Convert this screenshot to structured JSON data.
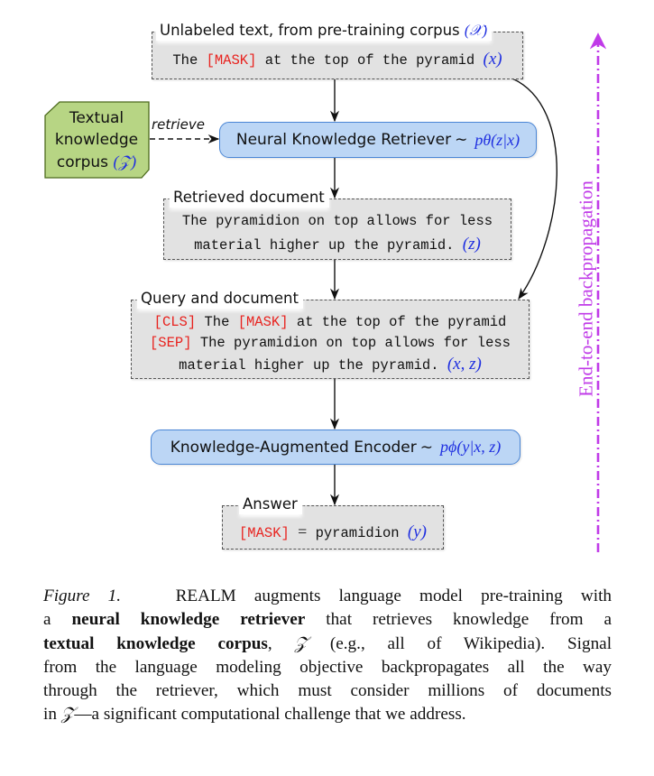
{
  "figure": {
    "input_box": {
      "label": "Unlabeled text, from pre-training corpus",
      "label_symbol": "(𝒳)",
      "text_pre": "The",
      "mask_token": "[MASK]",
      "text_post": "at the top of the pyramid",
      "symbol": "(x)"
    },
    "corpus_box": {
      "line1": "Textual",
      "line2": "knowledge",
      "line3": "corpus",
      "symbol": "(𝒵)",
      "fill_color": "#b7d584",
      "border_color": "#4d6b1d"
    },
    "retrieve_edge_label": "retrieve",
    "retriever_box": {
      "label": "Neural Knowledge Retriever",
      "sim": "∼",
      "formula": "pθ(z|x)"
    },
    "retrieved_box": {
      "label": "Retrieved document",
      "line1": "The pyramidion on top allows for less",
      "line2": "material higher up the pyramid.",
      "symbol": "(z)"
    },
    "query_box": {
      "label": "Query and document",
      "cls_token": "[CLS]",
      "line1_mid": "The",
      "mask_token": "[MASK]",
      "line1_post": "at the top of the pyramid",
      "sep_token": "[SEP]",
      "line2_post": "The pyramidion on top allows for less",
      "line3": "material higher up the pyramid.",
      "symbol": "(x, z)"
    },
    "encoder_box": {
      "label": "Knowledge-Augmented Encoder",
      "sim": "∼",
      "formula": "pϕ(y|x, z)"
    },
    "answer_box": {
      "label": "Answer",
      "mask_token": "[MASK]",
      "equals": "=",
      "value": "pyramidion",
      "symbol": "(y)"
    },
    "backprop_label": "End-to-end backpropagation",
    "colors": {
      "math_blue": "#1f2fe0",
      "token_red": "#e8231f",
      "backprop_purple": "#c03ae8",
      "module_fill": "#bcd6f5",
      "module_border": "#4a86d6",
      "dashed_box_fill": "#e2e2e2"
    }
  },
  "caption": {
    "figure_label": "Figure 1.",
    "l1_rest": "REALM augments language model pre-training with",
    "l2_pre": "a",
    "l2_bold": "neural knowledge retriever",
    "l2_post": "that retrieves knowledge from a",
    "l3_bold": "textual knowledge corpus",
    "l3_comma": ",",
    "l3_z": "𝒵",
    "l3_post": "(e.g., all of Wikipedia).  Signal",
    "l4": "from the language modeling objective backpropagates all the way",
    "l5": "through the retriever, which must consider millions of documents",
    "l6_pre": "in",
    "l6_z": "𝒵",
    "l6_post": "—a significant computational challenge that we address."
  }
}
